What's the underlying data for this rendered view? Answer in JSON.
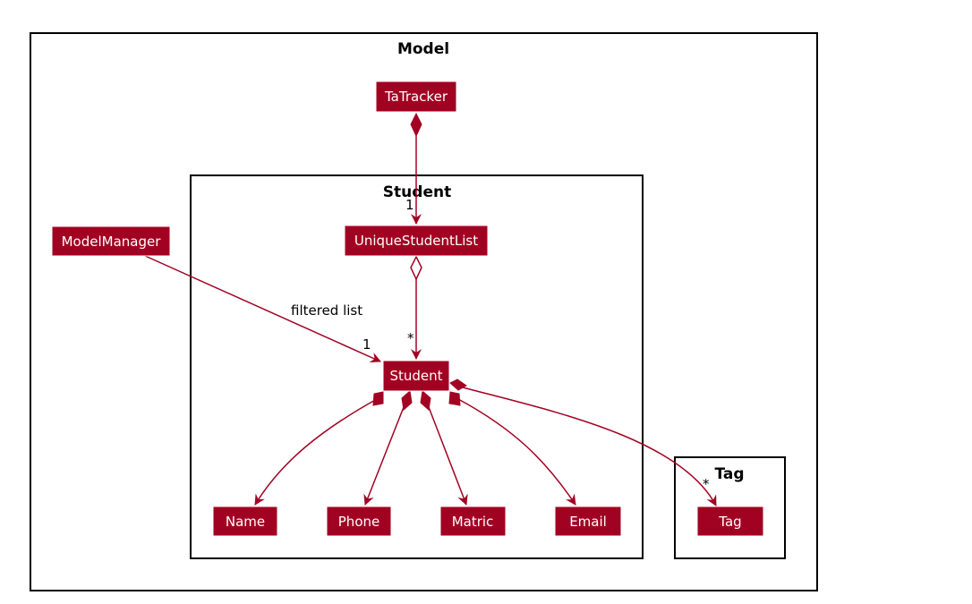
{
  "colors": {
    "class_fill": "#A20222",
    "class_border": "#ffffff",
    "edge": "#A20222",
    "package_border": "#000000"
  },
  "packages": {
    "model": "Model",
    "student": "Student",
    "tag": "Tag"
  },
  "classes": {
    "tatracker": "TaTracker",
    "model_manager": "ModelManager",
    "unique_student_list": "UniqueStudentList",
    "student": "Student",
    "name": "Name",
    "phone": "Phone",
    "matric": "Matric",
    "email": "Email",
    "tag": "Tag"
  },
  "edges": {
    "filtered_list_label": "filtered list"
  },
  "multiplicities": {
    "tatracker_to_list": "1",
    "manager_to_student": "1",
    "list_to_student": "*",
    "student_to_tag": "*"
  }
}
